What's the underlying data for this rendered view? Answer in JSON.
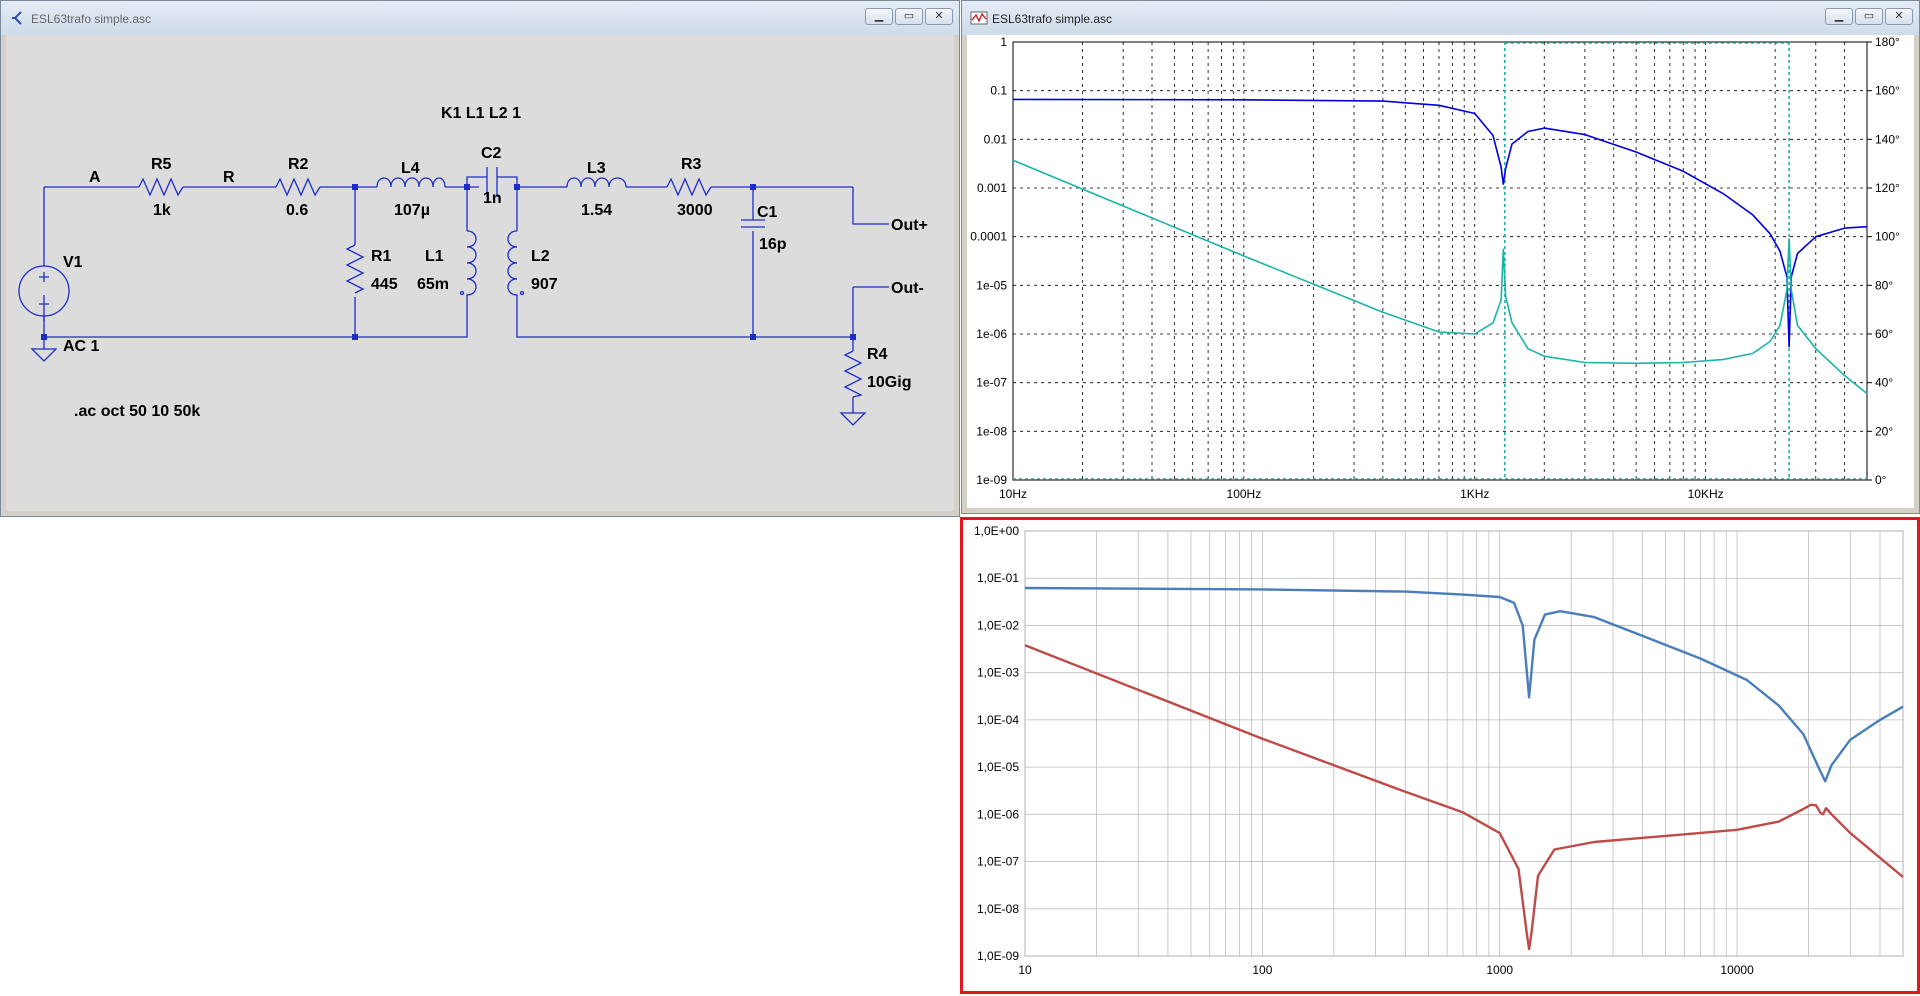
{
  "schematic_window": {
    "title": "ESL63trafo simple.asc",
    "labels": {
      "net_a": "A",
      "net_r": "R",
      "r5": "R5",
      "r5_val": "1k",
      "r2": "R2",
      "r2_val": "0.6",
      "l4": "L4",
      "l4_val": "107µ",
      "c2": "C2",
      "c2_val": "1n",
      "l3": "L3",
      "l3_val": "1.54",
      "r3": "R3",
      "r3_val": "3000",
      "c1": "C1",
      "c1_val": "16p",
      "r1": "R1",
      "r1_val": "445",
      "l1": "L1",
      "l1_val": "65m",
      "l2": "L2",
      "l2_val": "907",
      "r4": "R4",
      "r4_val": "10Gig",
      "v1": "V1",
      "v1_val": "AC 1",
      "out_plus": "Out+",
      "out_minus": "Out-",
      "coupling": "K1 L1 L2 1",
      "directive": ".ac oct 50 10 50k"
    }
  },
  "plot_window": {
    "title": "ESL63trafo simple.asc",
    "colors": {
      "trace1": "#0000e0",
      "trace2": "#18b4a8",
      "cursor": "#18b4a8"
    }
  },
  "chart_data": [
    {
      "type": "line",
      "x_scale": "log",
      "y_scale": "log",
      "xlim": [
        10,
        50000
      ],
      "ylim": [
        1e-09,
        1
      ],
      "x_ticks": [
        10,
        100,
        1000,
        10000
      ],
      "x_tick_labels": [
        "10Hz",
        "100Hz",
        "1KHz",
        "10KHz"
      ],
      "y_ticks": [
        1,
        0.1,
        0.01,
        0.001,
        0.0001,
        1e-05,
        1e-06,
        1e-07,
        1e-08,
        1e-09
      ],
      "y_tick_labels": [
        "1",
        "0.1",
        "0.01",
        "0.001",
        "0.0001",
        "1e-05",
        "1e-06",
        "1e-07",
        "1e-08",
        "1e-09"
      ],
      "y2_ticks": [
        0,
        20,
        40,
        60,
        80,
        100,
        120,
        140,
        160,
        180
      ],
      "y2_tick_labels": [
        "0°",
        "20°",
        "40°",
        "60°",
        "80°",
        "100°",
        "120°",
        "140°",
        "160°",
        "180°"
      ],
      "grid": true,
      "cursors_x": [
        1350,
        23000
      ],
      "series": [
        {
          "color": "#0000e0",
          "points": [
            [
              10,
              0.066
            ],
            [
              100,
              0.065
            ],
            [
              400,
              0.061
            ],
            [
              700,
              0.05
            ],
            [
              1000,
              0.034
            ],
            [
              1200,
              0.012
            ],
            [
              1300,
              0.0027
            ],
            [
              1330,
              0.0012
            ],
            [
              1360,
              0.0025
            ],
            [
              1450,
              0.008
            ],
            [
              1700,
              0.0145
            ],
            [
              2000,
              0.017
            ],
            [
              3000,
              0.0125
            ],
            [
              5000,
              0.0055
            ],
            [
              8000,
              0.0022
            ],
            [
              12000,
              0.00075
            ],
            [
              16000,
              0.00028
            ],
            [
              19000,
              0.000115
            ],
            [
              21000,
              5e-05
            ],
            [
              22500,
              1.5e-05
            ],
            [
              23000,
              5.5e-07
            ],
            [
              23500,
              1.5e-05
            ],
            [
              25000,
              4.5e-05
            ],
            [
              30000,
              0.0001
            ],
            [
              40000,
              0.00015
            ],
            [
              50000,
              0.00016
            ]
          ]
        },
        {
          "color": "#18b4a8",
          "points": [
            [
              10,
              0.0037
            ],
            [
              100,
              4e-05
            ],
            [
              400,
              2.8e-06
            ],
            [
              700,
              1.1e-06
            ],
            [
              1000,
              1e-06
            ],
            [
              1200,
              1.7e-06
            ],
            [
              1300,
              5e-06
            ],
            [
              1330,
              5.5e-05
            ],
            [
              1360,
              6e-06
            ],
            [
              1450,
              1.7e-06
            ],
            [
              1700,
              5e-07
            ],
            [
              2000,
              3.5e-07
            ],
            [
              3000,
              2.6e-07
            ],
            [
              5000,
              2.5e-07
            ],
            [
              8000,
              2.6e-07
            ],
            [
              12000,
              3e-07
            ],
            [
              16000,
              4e-07
            ],
            [
              19000,
              7e-07
            ],
            [
              21000,
              1.5e-06
            ],
            [
              22500,
              8e-06
            ],
            [
              23000,
              9e-05
            ],
            [
              23500,
              8e-06
            ],
            [
              25000,
              1.5e-06
            ],
            [
              30000,
              5e-07
            ],
            [
              40000,
              1.4e-07
            ],
            [
              50000,
              6e-08
            ]
          ]
        }
      ]
    },
    {
      "type": "line",
      "x_scale": "log",
      "y_scale": "log",
      "xlim": [
        10,
        50000
      ],
      "ylim": [
        1e-09,
        1
      ],
      "x_ticks": [
        10,
        100,
        1000,
        10000
      ],
      "x_tick_labels": [
        "10",
        "100",
        "1000",
        "10000"
      ],
      "y_ticks": [
        1,
        0.1,
        0.01,
        0.001,
        0.0001,
        1e-05,
        1e-06,
        1e-07,
        1e-08,
        1e-09
      ],
      "y_tick_labels": [
        "1,0E+00",
        "1,0E-01",
        "1,0E-02",
        "1,0E-03",
        "1,0E-04",
        "1,0E-05",
        "1,0E-06",
        "1,0E-07",
        "1,0E-08",
        "1,0E-09"
      ],
      "grid": true,
      "series": [
        {
          "color": "#4a7ebb",
          "points": [
            [
              10,
              0.062
            ],
            [
              100,
              0.058
            ],
            [
              400,
              0.052
            ],
            [
              700,
              0.045
            ],
            [
              1000,
              0.04
            ],
            [
              1150,
              0.03
            ],
            [
              1250,
              0.01
            ],
            [
              1330,
              0.0003
            ],
            [
              1400,
              0.005
            ],
            [
              1550,
              0.017
            ],
            [
              1800,
              0.02
            ],
            [
              2500,
              0.015
            ],
            [
              4000,
              0.006
            ],
            [
              7000,
              0.002
            ],
            [
              11000,
              0.0007
            ],
            [
              15000,
              0.0002
            ],
            [
              19000,
              5e-05
            ],
            [
              22000,
              1e-05
            ],
            [
              23500,
              5e-06
            ],
            [
              25000,
              1.1e-05
            ],
            [
              30000,
              3.8e-05
            ],
            [
              40000,
              0.0001
            ],
            [
              50000,
              0.00019
            ]
          ]
        },
        {
          "color": "#be4b48",
          "points": [
            [
              10,
              0.0038
            ],
            [
              100,
              4e-05
            ],
            [
              400,
              3e-06
            ],
            [
              700,
              1.1e-06
            ],
            [
              1000,
              4e-07
            ],
            [
              1200,
              7e-08
            ],
            [
              1300,
              3e-09
            ],
            [
              1330,
              1.4e-09
            ],
            [
              1360,
              3e-09
            ],
            [
              1450,
              5e-08
            ],
            [
              1700,
              1.8e-07
            ],
            [
              2500,
              2.6e-07
            ],
            [
              5000,
              3.5e-07
            ],
            [
              10000,
              4.7e-07
            ],
            [
              15000,
              7e-07
            ],
            [
              19000,
              1.3e-06
            ],
            [
              20500,
              1.6e-06
            ],
            [
              21500,
              1.55e-06
            ],
            [
              22500,
              1.05e-06
            ],
            [
              23000,
              1e-06
            ],
            [
              23700,
              1.35e-06
            ],
            [
              25000,
              1e-06
            ],
            [
              30000,
              4e-07
            ],
            [
              40000,
              1.2e-07
            ],
            [
              50000,
              4.7e-08
            ]
          ]
        }
      ]
    }
  ]
}
